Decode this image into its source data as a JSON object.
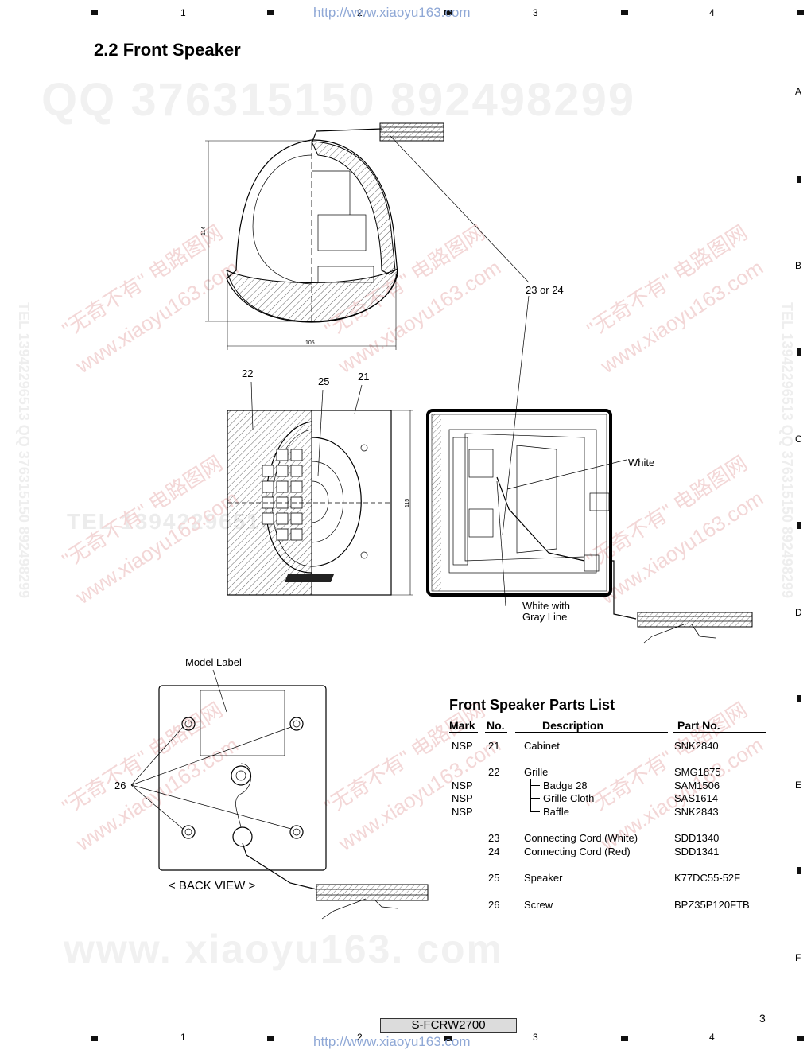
{
  "header": {
    "url": "http://www.xiaoyu163.com",
    "columns": [
      "1",
      "2",
      "3",
      "4"
    ]
  },
  "rows": [
    "A",
    "B",
    "C",
    "D",
    "E",
    "F"
  ],
  "title": "2.2 Front Speaker",
  "watermarks": {
    "qq_line": "QQ 376315150    892498299",
    "tel_line": "TEL 13942296513",
    "www": "www. xiaoyu163. com",
    "diag_cn": "\"无奇不有\" 电路图网",
    "diag_url": "www.xiaoyu163.com",
    "vertical": "TEL 13942296513  QQ 376315150  892498299"
  },
  "drawing": {
    "dim_height_top": "114",
    "dim_width_top": "105",
    "dim_height_mid": "115",
    "callouts": {
      "c22": "22",
      "c25": "25",
      "c21": "21",
      "c23or24": "23 or 24",
      "white": "White",
      "white_gray_1": "White with",
      "white_gray_2": "Gray Line",
      "model_label": "Model Label",
      "c26": "26",
      "back_view": "< BACK VIEW >"
    }
  },
  "parts_list": {
    "title": "Front Speaker Parts List",
    "headers": {
      "mark": "Mark",
      "no": "No.",
      "description": "Description",
      "part_no": "Part No."
    },
    "rows": [
      {
        "mark": "NSP",
        "no": "21",
        "desc": "Cabinet",
        "part": "SNK2840"
      },
      {
        "mark": "",
        "no": "22",
        "desc": "Grille",
        "part": "SMG1875"
      },
      {
        "mark": "NSP",
        "no": "",
        "desc": "Badge 28",
        "part": "SAM1506"
      },
      {
        "mark": "NSP",
        "no": "",
        "desc": "Grille Cloth",
        "part": "SAS1614"
      },
      {
        "mark": "NSP",
        "no": "",
        "desc": "Baffle",
        "part": "SNK2843"
      },
      {
        "mark": "",
        "no": "23",
        "desc": "Connecting Cord (White)",
        "part": "SDD1340"
      },
      {
        "mark": "",
        "no": "24",
        "desc": "Connecting Cord (Red)",
        "part": "SDD1341"
      },
      {
        "mark": "",
        "no": "25",
        "desc": "Speaker",
        "part": "K77DC55-52F"
      },
      {
        "mark": "",
        "no": "26",
        "desc": "Screw",
        "part": "BPZ35P120FTB"
      }
    ]
  },
  "footer": {
    "model": "S-FCRW2700",
    "page": "3",
    "url": "http://www.xiaoyu163.com",
    "columns": [
      "1",
      "2",
      "3",
      "4"
    ]
  }
}
